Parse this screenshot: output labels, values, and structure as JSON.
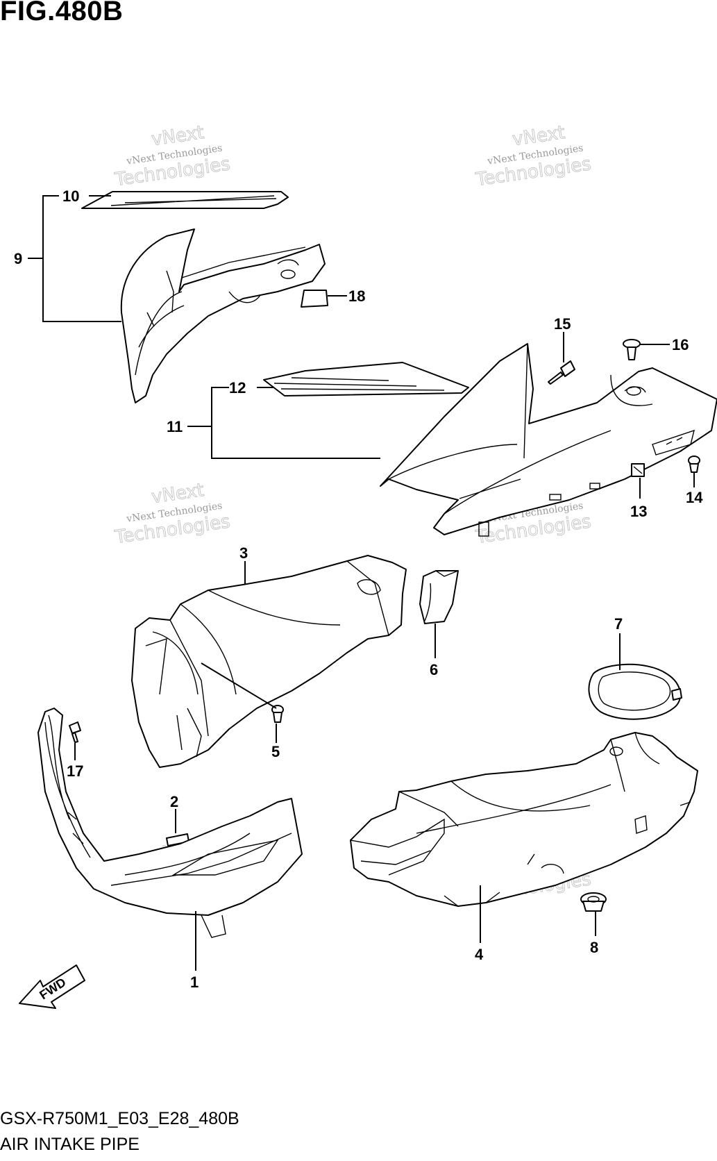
{
  "figure": {
    "title": "FIG.480B",
    "code": "GSX-R750M1_E03_E28_480B",
    "name": "AIR INTAKE PIPE"
  },
  "callouts": {
    "c1": "1",
    "c2": "2",
    "c3": "3",
    "c4": "4",
    "c5": "5",
    "c6": "6",
    "c7": "7",
    "c8": "8",
    "c9": "9",
    "c10": "10",
    "c11": "11",
    "c12": "12",
    "c13": "13",
    "c14": "14",
    "c15": "15",
    "c16": "16",
    "c17": "17",
    "c18": "18"
  },
  "watermark": {
    "small": "vNext Technologies",
    "large_top": "vNext",
    "large_bottom": "Technologies"
  },
  "fwd_arrow": {
    "label": "FWD",
    "icon": "fwd-arrow-icon"
  }
}
